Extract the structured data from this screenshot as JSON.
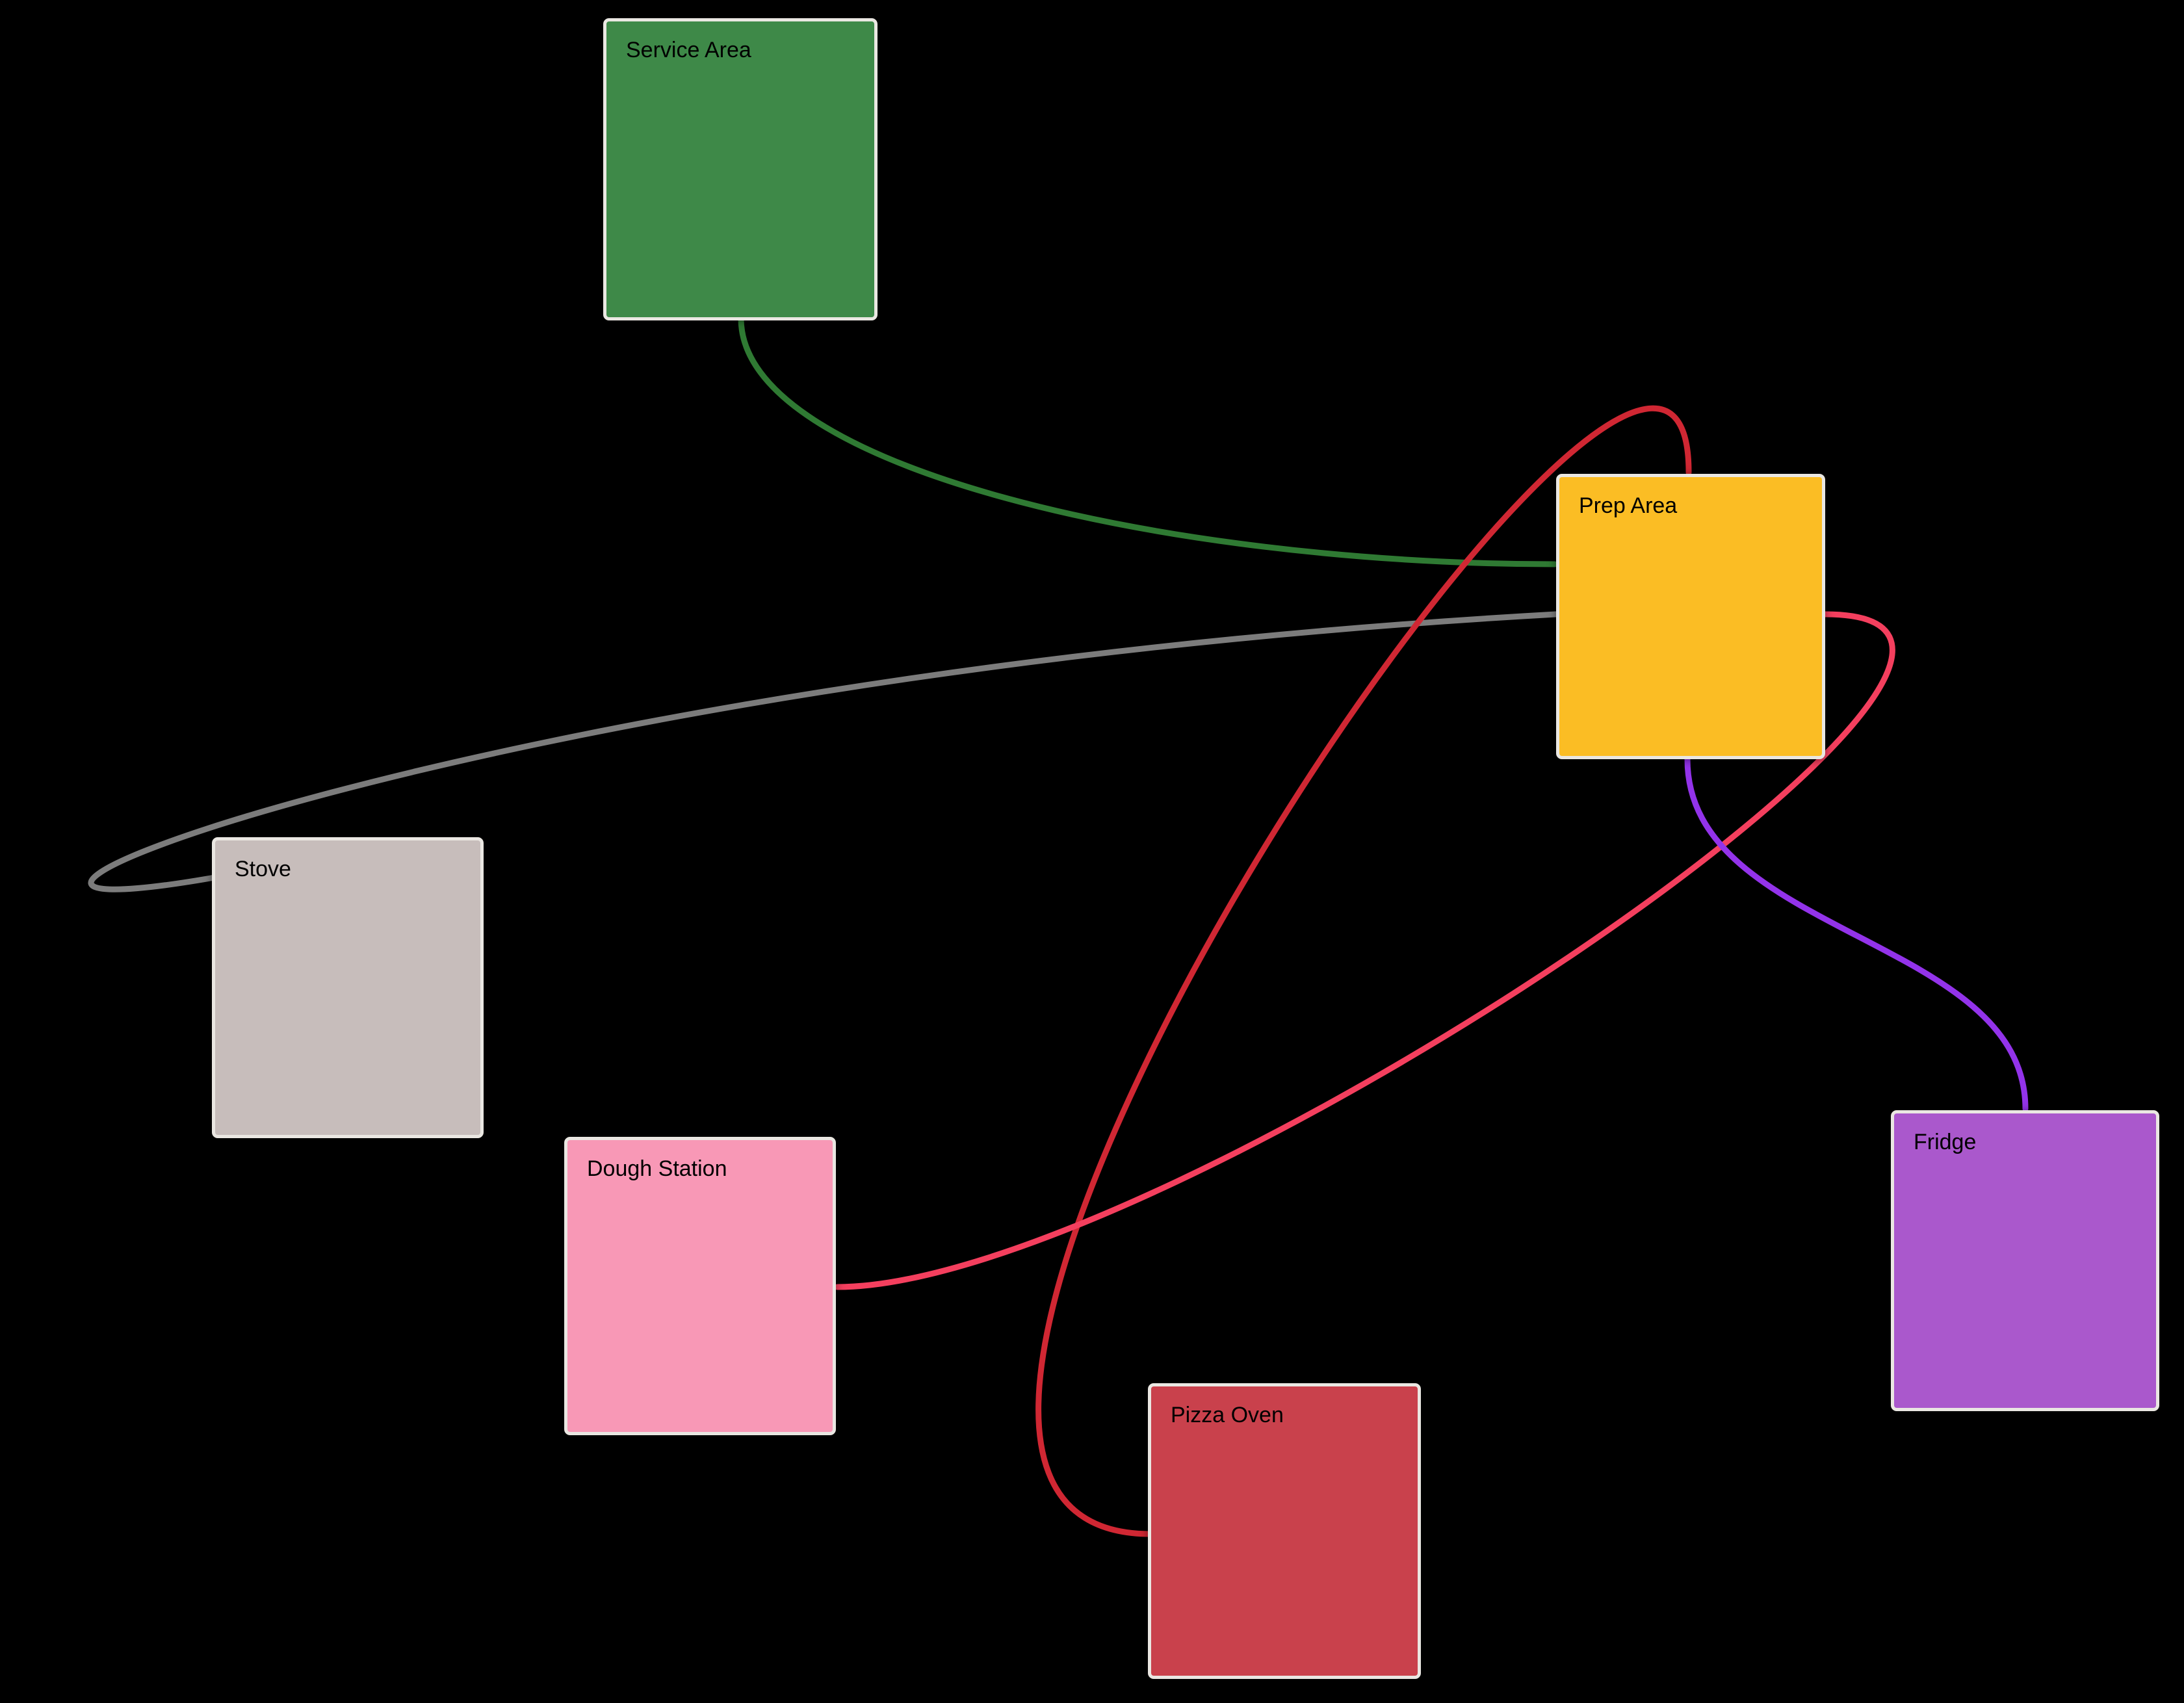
{
  "diagram": {
    "background_color": "#000000",
    "node_border_color": "#eae7e2",
    "node_text_color": "#000000",
    "nodes": [
      {
        "id": "service-area",
        "label": "Service Area",
        "color": "#3e8948"
      },
      {
        "id": "prep-area",
        "label": "Prep Area",
        "color": "#fbbd24"
      },
      {
        "id": "stove",
        "label": "Stove",
        "color": "#c7bdbb"
      },
      {
        "id": "dough-station",
        "label": "Dough Station",
        "color": "#f898b6"
      },
      {
        "id": "pizza-oven",
        "label": "Pizza Oven",
        "color": "#c9414c"
      },
      {
        "id": "fridge",
        "label": "Fridge",
        "color": "#aa58cc"
      }
    ],
    "edges": [
      {
        "from": "service-area",
        "to": "prep-area",
        "color": "#2f7a33"
      },
      {
        "from": "prep-area",
        "to": "stove",
        "color": "#7c7c7c"
      },
      {
        "from": "pizza-oven",
        "to": "prep-area",
        "color": "#d02733"
      },
      {
        "from": "prep-area",
        "to": "dough-station",
        "color": "#f43f5e"
      },
      {
        "from": "prep-area",
        "to": "fridge",
        "color": "#9333ea"
      }
    ]
  }
}
